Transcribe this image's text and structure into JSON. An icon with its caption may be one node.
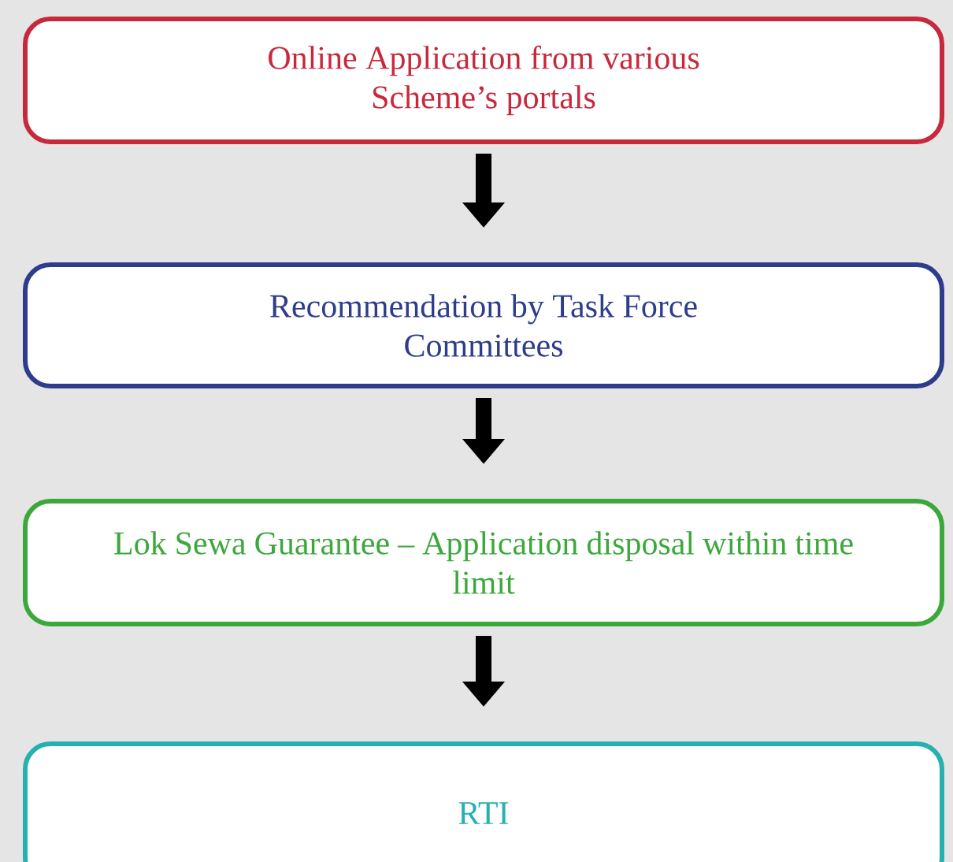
{
  "diagram": {
    "nodes": [
      {
        "text": [
          "Online Application from various Scheme’s portals"
        ]
      },
      {
        "text": [
          "Recommendation by Task Force Committees"
        ]
      },
      {
        "text": [
          "Lok Sewa Guarantee – Application disposal within time limit"
        ]
      },
      {
        "text": [
          "RTI"
        ]
      }
    ],
    "edges": [
      {
        "from": 0,
        "to": 1,
        "arrow": "to"
      },
      {
        "from": 1,
        "to": 2,
        "arrow": "to"
      },
      {
        "from": 2,
        "to": 3,
        "arrow": "to"
      }
    ]
  }
}
